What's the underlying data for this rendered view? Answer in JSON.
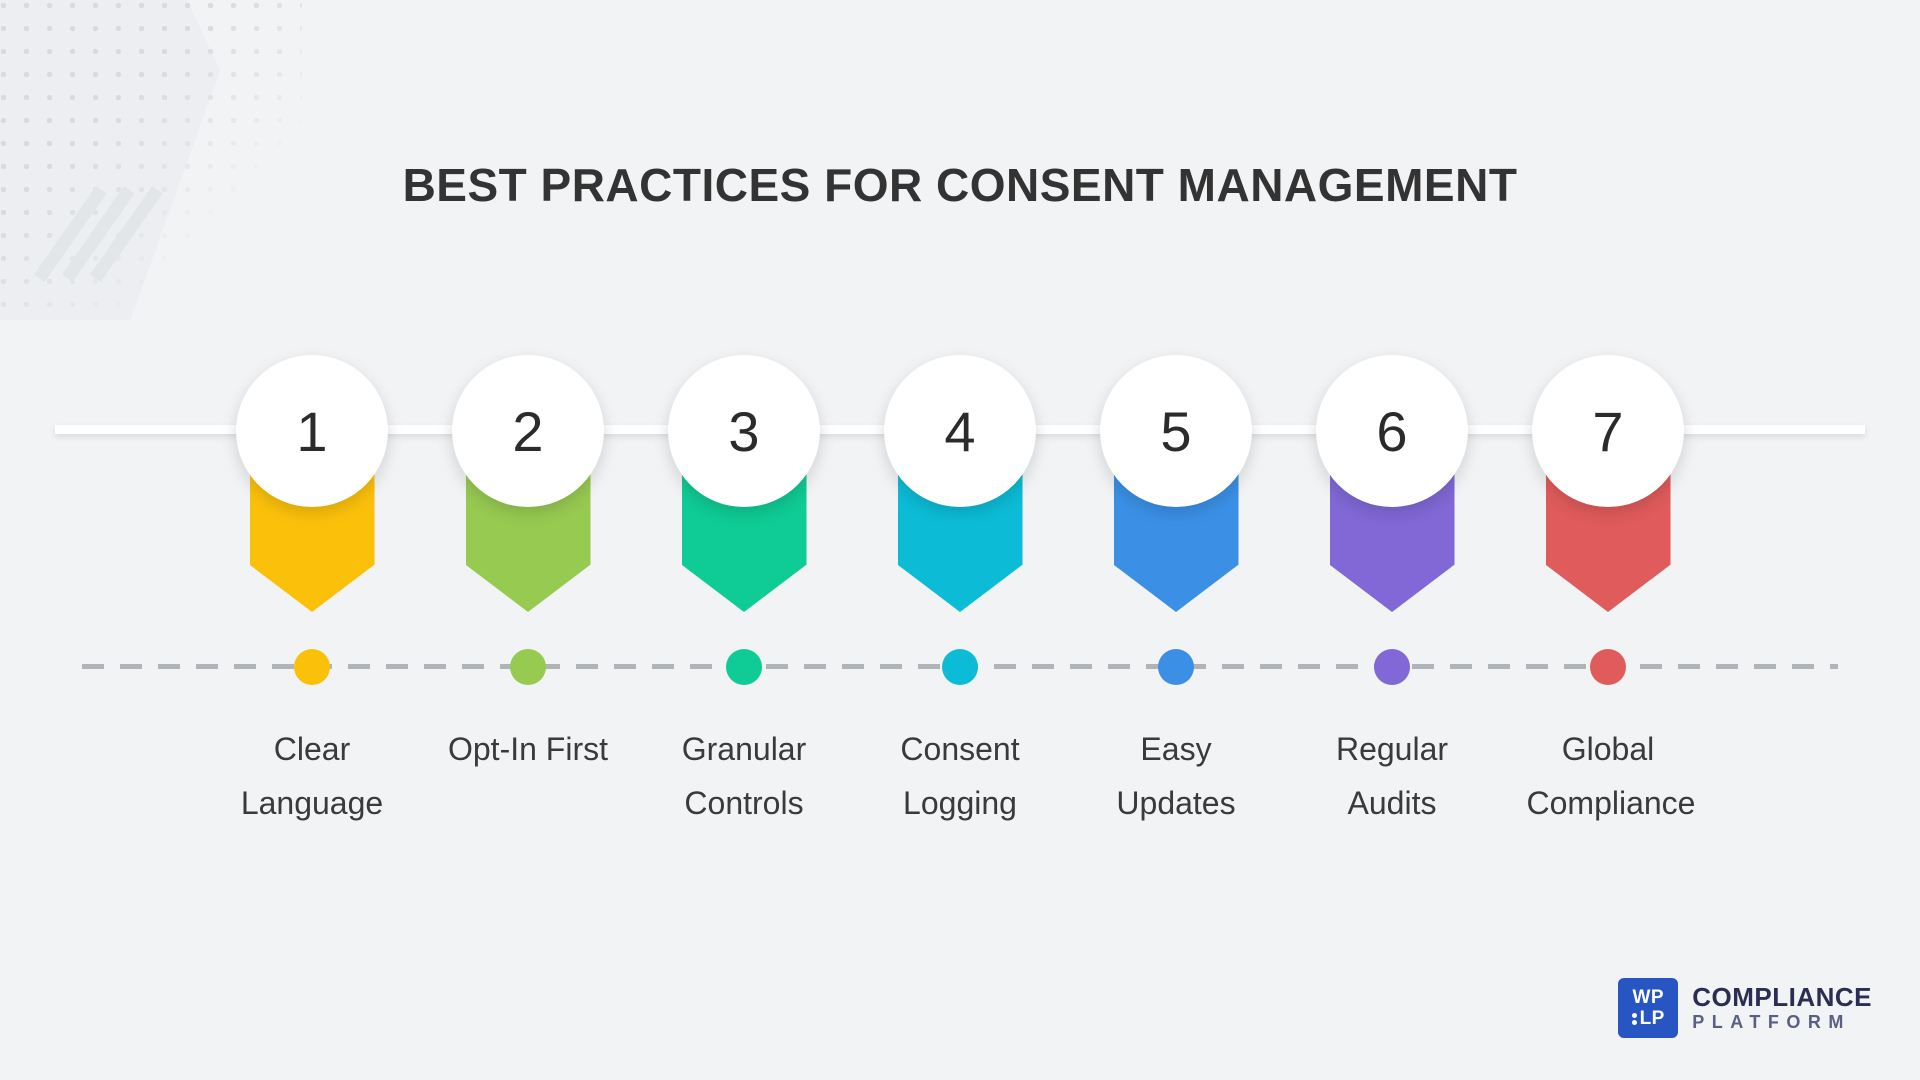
{
  "page": {
    "title": "BEST PRACTICES FOR CONSENT MANAGEMENT",
    "background_color": "#f1f3f5",
    "title_color": "#333333"
  },
  "steps": [
    {
      "number": "1",
      "label": "Clear\nLanguage",
      "color": "#fbc10a"
    },
    {
      "number": "2",
      "label": "Opt-In First",
      "color": "#97ca51"
    },
    {
      "number": "3",
      "label": "Granular\nControls",
      "color": "#0fcb95"
    },
    {
      "number": "4",
      "label": "Consent\nLogging",
      "color": "#0cbcd6"
    },
    {
      "number": "5",
      "label": "Easy\nUpdates",
      "color": "#3b90e6"
    },
    {
      "number": "6",
      "label": "Regular\nAudits",
      "color": "#8168d6"
    },
    {
      "number": "7",
      "label": "Global\nCompliance",
      "color": "#e05b5b"
    }
  ],
  "logo": {
    "mark_line1": "WP",
    "mark_line2": "LP",
    "name_top": "COMPLIANCE",
    "name_bottom": "PLATFORM",
    "mark_color": "#2756c4",
    "name_color": "#2b2d52"
  }
}
